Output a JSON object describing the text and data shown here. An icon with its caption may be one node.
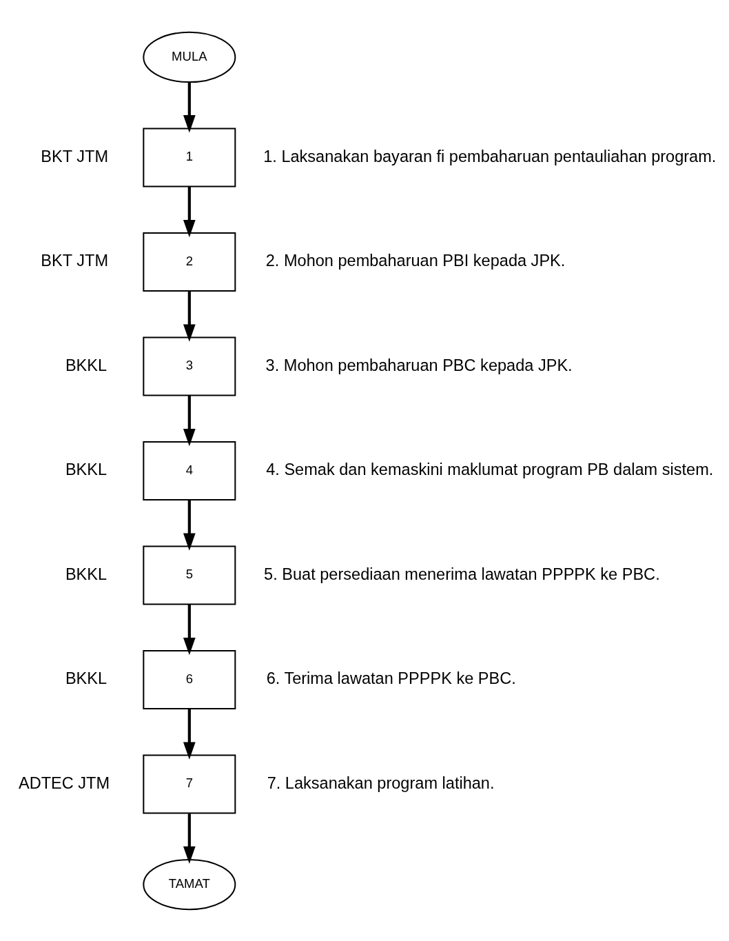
{
  "diagram": {
    "nodes": [
      {
        "text": [
          "MULA"
        ]
      },
      {
        "text": [
          "1"
        ]
      },
      {
        "text": [
          "2"
        ]
      },
      {
        "text": [
          "3"
        ]
      },
      {
        "text": [
          "4"
        ]
      },
      {
        "text": [
          "5"
        ]
      },
      {
        "text": [
          "6"
        ]
      },
      {
        "text": [
          "7"
        ]
      },
      {
        "text": [
          "TAMAT"
        ]
      }
    ],
    "edges": [
      {
        "from": 0,
        "to": 1,
        "arrow": "to"
      },
      {
        "from": 1,
        "to": 2,
        "arrow": "to"
      },
      {
        "from": 2,
        "to": 3,
        "arrow": "to"
      },
      {
        "from": 3,
        "to": 4,
        "arrow": "to"
      },
      {
        "from": 4,
        "to": 5,
        "arrow": "to"
      },
      {
        "from": 5,
        "to": 6,
        "arrow": "to"
      },
      {
        "from": 6,
        "to": 7,
        "arrow": "to"
      },
      {
        "from": 7,
        "to": 8,
        "arrow": "to"
      }
    ],
    "labels": [
      "BKT JTM",
      "1. Laksanakan bayaran fi pembaharuan pentauliahan program.",
      "BKT JTM",
      "2. Mohon pembaharuan PBI kepada JPK.",
      "BKKL",
      "3. Mohon pembaharuan PBC kepada JPK.",
      "BKKL",
      "4. Semak dan kemaskini maklumat program PB dalam sistem.",
      "BKKL",
      "5. Buat persediaan menerima lawatan PPPPK ke PBC.",
      "BKKL",
      "6. Terima lawatan PPPPK ke PBC.",
      "ADTEC JTM",
      "7. Laksanakan program latihan."
    ]
  }
}
